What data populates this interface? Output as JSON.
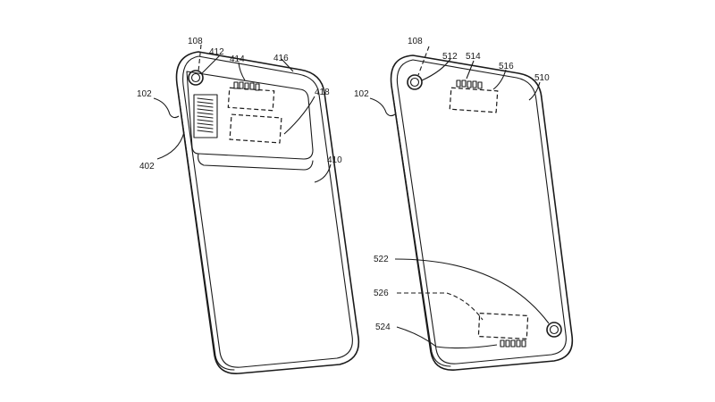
{
  "figure": {
    "left_device": {
      "refs": {
        "r108": "108",
        "r412": "412",
        "r414": "414",
        "r416": "416",
        "r102": "102",
        "r418": "418",
        "r402": "402",
        "r410": "410"
      }
    },
    "right_device": {
      "refs": {
        "r108": "108",
        "r512": "512",
        "r514": "514",
        "r516": "516",
        "r102": "102",
        "r510": "510",
        "r522": "522",
        "r526": "526",
        "r524": "524"
      }
    }
  }
}
